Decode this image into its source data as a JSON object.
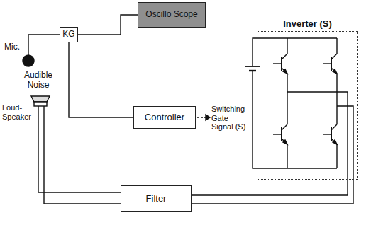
{
  "diagram": {
    "nodes": [
      {
        "text": [
          "KG"
        ]
      },
      {
        "text": [
          "Oscillo Scope"
        ]
      },
      {
        "text": [
          "Controller"
        ]
      },
      {
        "text": [
          "Inverter (S)"
        ]
      },
      {
        "text": [
          "Filter"
        ]
      }
    ],
    "edges": [
      {
        "from": 0,
        "to": 1,
        "arrow": "none"
      },
      {
        "from": 0,
        "to": 2,
        "arrow": "none"
      },
      {
        "from": 3,
        "to": 4,
        "arrow": "none"
      }
    ],
    "labels": [
      "Mic.",
      "Audible Noise",
      "Loud-Speaker",
      "Switching Gate Signal (S)"
    ]
  }
}
